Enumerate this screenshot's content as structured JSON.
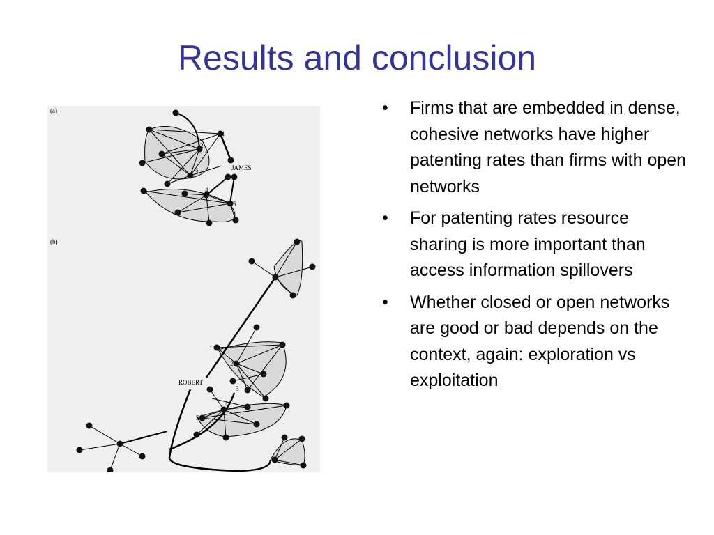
{
  "slide": {
    "title": "Results and conclusion",
    "bullets": [
      "Firms that are embedded in dense, cohesive networks have higher patenting rates than firms with open networks",
      "For patenting rates resource sharing is more important than access information spillovers",
      "Whether closed or open networks are good or bad depends on the context, again: exploration vs exploitation"
    ]
  },
  "figure": {
    "panel_a": {
      "label": "(a)",
      "ego": "JAMES",
      "node_numbers": [
        "1",
        "2",
        "3",
        "4",
        "5"
      ]
    },
    "panel_b": {
      "label": "(b)",
      "ego": "ROBERT",
      "node_numbers": [
        "1",
        "2",
        "3",
        "4",
        "5"
      ]
    }
  },
  "colors": {
    "title": "#333399",
    "text": "#000000",
    "figure_bg": "#efefef",
    "cluster_fill": "#d9d9d9"
  }
}
